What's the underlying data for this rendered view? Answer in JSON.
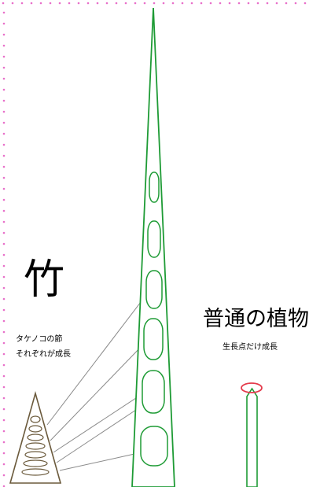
{
  "bamboo": {
    "title": "竹",
    "desc_line1": "タケノコの節",
    "desc_line2": "それぞれが成長"
  },
  "normal_plant": {
    "title": "普通の植物",
    "desc": "生長点だけ成長"
  },
  "colors": {
    "stem": "#1e9b35",
    "guide_line": "#8a8a8a",
    "shoot_outline": "#6b5a3c",
    "growth_point": "#e43b4c",
    "border_dots": "#e86fc9"
  }
}
